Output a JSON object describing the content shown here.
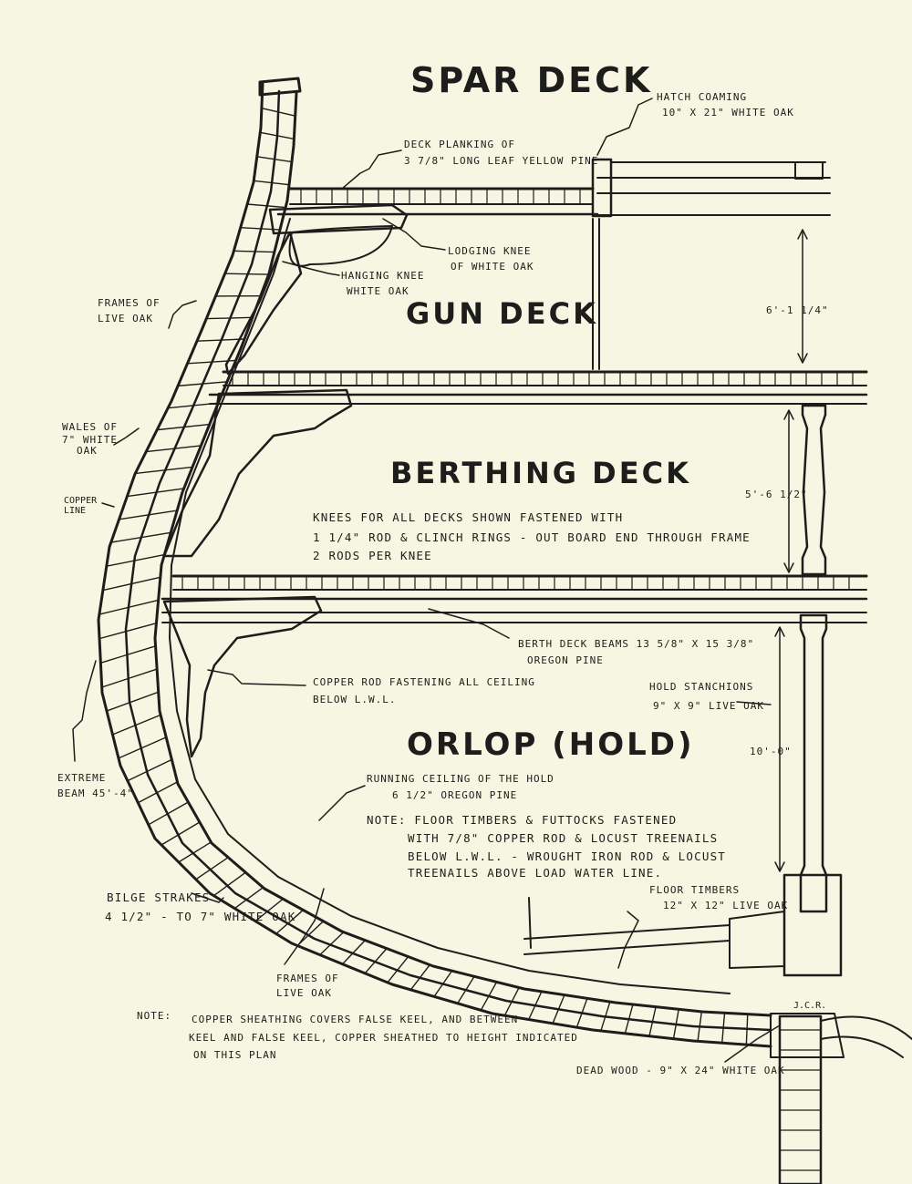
{
  "deck_titles": {
    "spar": "SPAR DECK",
    "gun": "GUN DECK",
    "berthing": "BERTHING DECK",
    "orlop": "ORLOP (HOLD)"
  },
  "labels": {
    "hatch_coaming": [
      "HATCH COAMING",
      "10\" X 21\" WHITE OAK"
    ],
    "deck_planking": [
      "DECK PLANKING OF",
      "3 7/8\" LONG LEAF YELLOW PINE"
    ],
    "lodging_knee": [
      "LODGING KNEE",
      "OF WHITE OAK"
    ],
    "hanging_knee": [
      "HANGING KNEE",
      "WHITE OAK"
    ],
    "frames_top": [
      "FRAMES OF",
      "LIVE OAK"
    ],
    "wales": [
      "WALES OF",
      "7\" WHITE",
      "OAK"
    ],
    "copper_line": [
      "COPPER",
      "LINE"
    ],
    "knees_note": [
      "KNEES FOR ALL DECKS SHOWN FASTENED WITH",
      "1 1/4\" ROD & CLINCH RINGS - OUT BOARD END THROUGH FRAME",
      "2 RODS PER KNEE"
    ],
    "berth_beams": [
      "BERTH DECK BEAMS 13 5/8\" X 15 3/8\"",
      "OREGON PINE"
    ],
    "copper_rod": [
      "COPPER ROD FASTENING ALL CEILING",
      "BELOW L.W.L."
    ],
    "hold_stanchions": [
      "HOLD STANCHIONS",
      "9\" X 9\" LIVE OAK"
    ],
    "extreme_beam": [
      "EXTREME",
      "BEAM  45'-4\""
    ],
    "running_ceiling": [
      "RUNNING CEILING OF THE HOLD",
      "6 1/2\" OREGON PINE"
    ],
    "floor_note": [
      "NOTE:  FLOOR TIMBERS & FUTTOCKS FASTENED",
      "WITH 7/8\" COPPER ROD & LOCUST TREENAILS",
      "BELOW L.W.L. - WROUGHT IRON ROD & LOCUST",
      "TREENAILS ABOVE LOAD WATER LINE."
    ],
    "bilge_strakes": [
      "BILGE STRAKES",
      "4 1/2\" - TO 7\" WHITE OAK"
    ],
    "floor_timbers": [
      "FLOOR TIMBERS",
      "12\" X 12\" LIVE OAK"
    ],
    "frames_bottom": [
      "FRAMES OF",
      "LIVE OAK"
    ],
    "dead_wood": "DEAD WOOD - 9\" X 24\" WHITE OAK",
    "sheathing_note": [
      "NOTE:",
      "COPPER SHEATHING COVERS FALSE KEEL, AND BETWEEN",
      "KEEL AND FALSE KEEL, COPPER SHEATHED TO HEIGHT INDICATED",
      "ON THIS PLAN"
    ],
    "initials": "J.C.R."
  },
  "dimensions": {
    "gun_deck_height": "6'-1 1/4\"",
    "berthing_deck_height": "5'-6 1/2\"",
    "hold_height": "10'-0\""
  }
}
